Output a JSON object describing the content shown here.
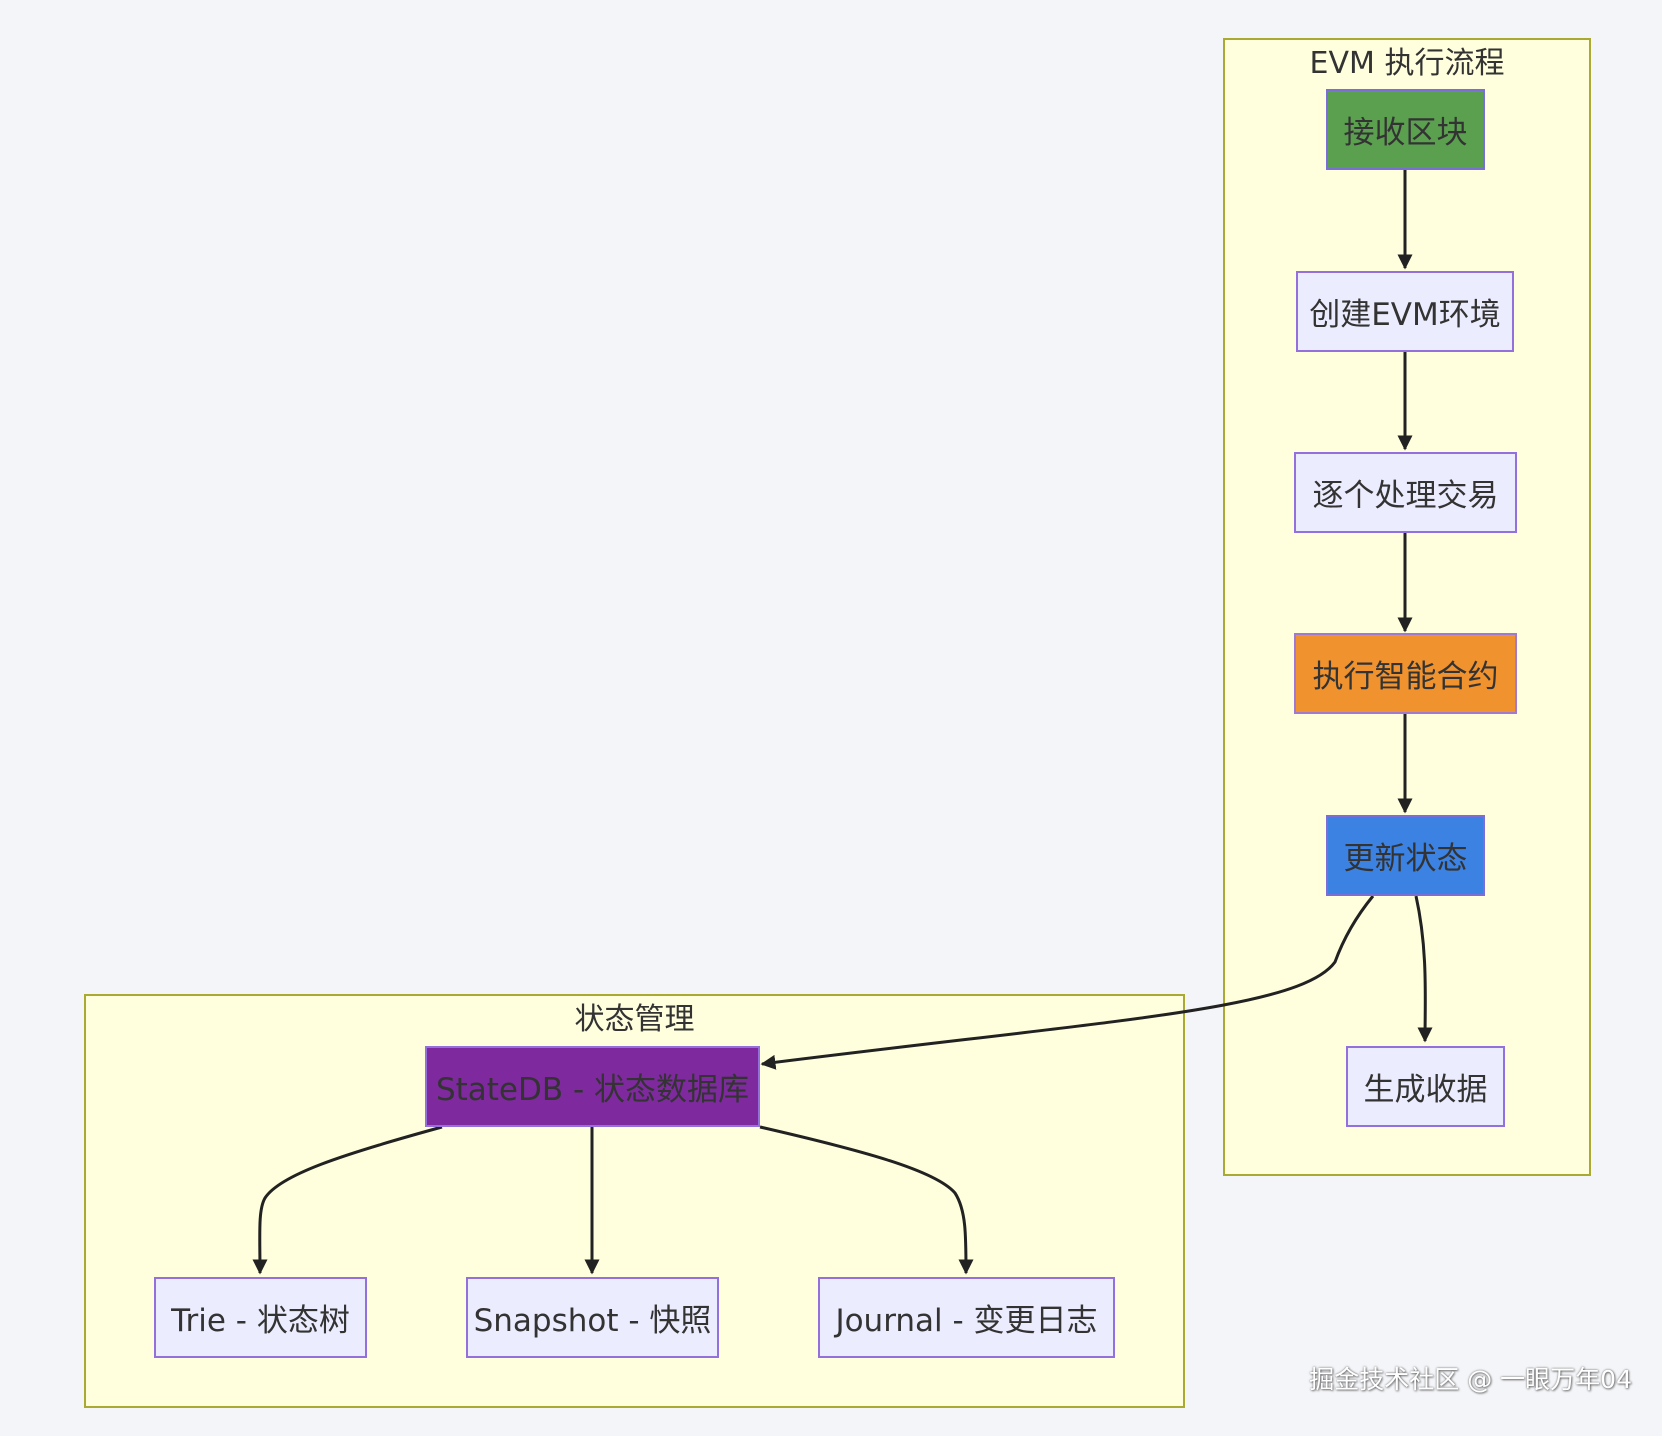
{
  "colors": {
    "background": "#f4f5f8",
    "cluster_fill": "#ffffde",
    "cluster_border": "#aaaa33",
    "node_default_fill": "#ececff",
    "node_default_border": "#9370db",
    "text": "#333333",
    "edge": "#222222"
  },
  "clusters": {
    "evm": {
      "title": "EVM 执行流程"
    },
    "state": {
      "title": "状态管理"
    }
  },
  "nodes": {
    "receive_block": {
      "label": "接收区块",
      "fill": "#5aa04f",
      "border": "#7a6fd6"
    },
    "create_env": {
      "label": "创建EVM环境"
    },
    "process_tx": {
      "label": "逐个处理交易"
    },
    "exec_contract": {
      "label": "执行智能合约",
      "fill": "#f0932f",
      "border": "#a07ad0"
    },
    "update_state": {
      "label": "更新状态",
      "fill": "#3b82e3",
      "border": "#7a6fd6"
    },
    "gen_receipt": {
      "label": "生成收据"
    },
    "statedb": {
      "label": "StateDB - 状态数据库",
      "fill": "#7e2a9e",
      "border": "#9370db"
    },
    "trie": {
      "label": "Trie - 状态树"
    },
    "snapshot": {
      "label": "Snapshot - 快照"
    },
    "journal": {
      "label": "Journal - 变更日志"
    }
  },
  "edges": [
    {
      "from": "receive_block",
      "to": "create_env"
    },
    {
      "from": "create_env",
      "to": "process_tx"
    },
    {
      "from": "process_tx",
      "to": "exec_contract"
    },
    {
      "from": "exec_contract",
      "to": "update_state"
    },
    {
      "from": "update_state",
      "to": "gen_receipt"
    },
    {
      "from": "update_state",
      "to": "statedb"
    },
    {
      "from": "statedb",
      "to": "trie"
    },
    {
      "from": "statedb",
      "to": "snapshot"
    },
    {
      "from": "statedb",
      "to": "journal"
    }
  ],
  "watermark": "掘金技术社区 @ 一眼万年04"
}
